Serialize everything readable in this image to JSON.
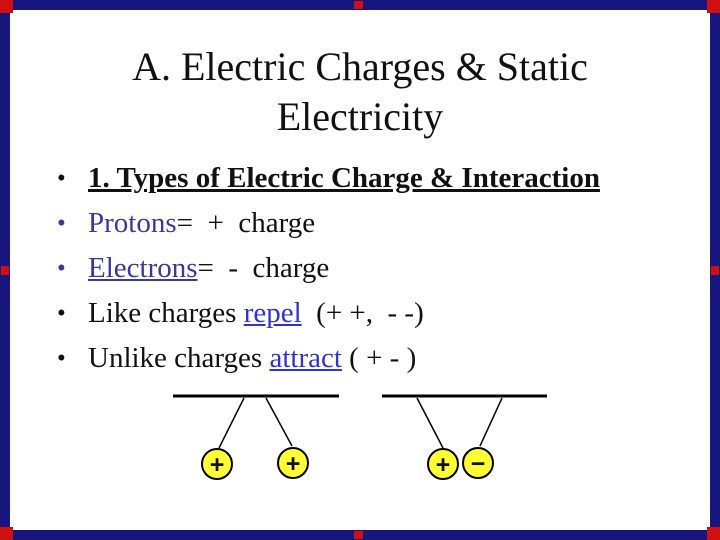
{
  "slide": {
    "title": {
      "line1": "A. Electric Charges & Static",
      "line2": "Electricity"
    },
    "bullet_char": "•",
    "bullets": [
      {
        "runs": [
          {
            "text": "1. Types of Electric Charge & Interaction"
          }
        ]
      },
      {
        "runs": [
          {
            "text": "Protons"
          },
          {
            "text": "=  +  charge"
          }
        ]
      },
      {
        "runs": [
          {
            "text": "Electrons"
          },
          {
            "text": "=  -  charge"
          }
        ]
      },
      {
        "runs": [
          {
            "text": "Like charges "
          },
          {
            "text": "repel"
          },
          {
            "text": "  (+ +,  - -)"
          }
        ]
      },
      {
        "runs": [
          {
            "text": "Unlike charges "
          },
          {
            "text": "attract"
          },
          {
            "text": " ( + - )"
          }
        ]
      }
    ],
    "diagram": {
      "groups": [
        {
          "name": "repel-pair",
          "balls": [
            {
              "sign": "+"
            },
            {
              "sign": "+"
            }
          ]
        },
        {
          "name": "attract-pair",
          "balls": [
            {
              "sign": "+"
            },
            {
              "sign": "−"
            }
          ]
        }
      ]
    },
    "colors": {
      "term_blue": "#39399B",
      "link_blue": "#3333CC",
      "ball_yellow": "#FFFF33",
      "border_navy": "#16167E",
      "accent_red": "#D01010",
      "text_black": "#111111"
    }
  }
}
